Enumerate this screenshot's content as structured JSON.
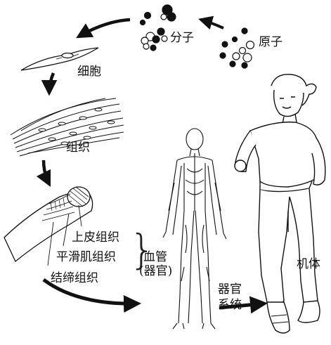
{
  "labels": {
    "atom": "原子",
    "molecule": "分子",
    "cell": "细胞",
    "tissue": "组织",
    "epithelial": "上皮组织",
    "smooth_muscle": "平滑肌组织",
    "connective": "结缔组织",
    "blood_vessel_line1": "血管",
    "blood_vessel_line2": "(器官)",
    "organ_system_line1": "器官",
    "organ_system_line2": "系统",
    "organism": "机体"
  },
  "colors": {
    "ink": "#111111",
    "background": "#ffffff"
  }
}
